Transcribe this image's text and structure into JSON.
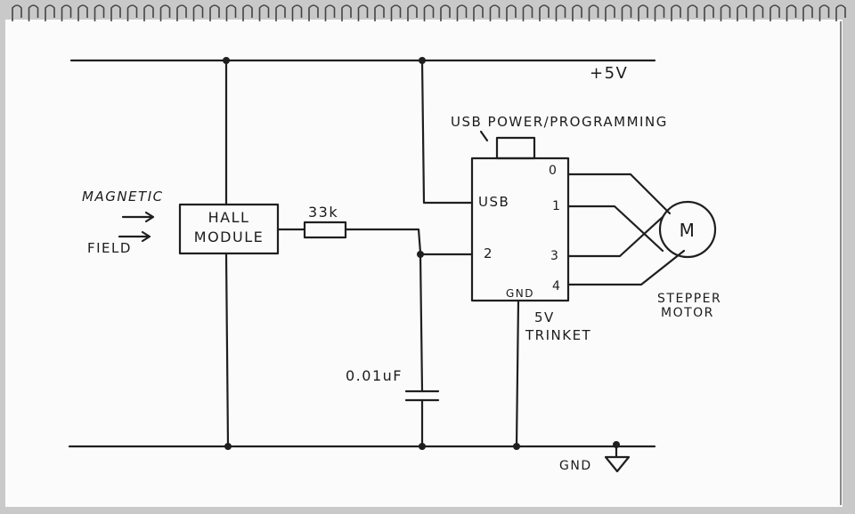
{
  "diagram": {
    "labels": {
      "supply": "+5V",
      "usb_note": "USB POWER/PROGRAMMING",
      "magnetic": "MAGNETIC",
      "field": "FIELD",
      "hall_line1": "HALL",
      "hall_line2": "MODULE",
      "resistor": "33k",
      "pin_usb": "USB",
      "pin_2": "2",
      "pin_gnd": "GND",
      "pin_0": "0",
      "pin_1": "1",
      "pin_3": "3",
      "pin_4": "4",
      "trinket_line1": "5V",
      "trinket_line2": "TRINKET",
      "motor_symbol": "M",
      "motor_line1": "STEPPER",
      "motor_line2": "MOTOR",
      "capacitor": "0.01uF",
      "ground": "GND"
    }
  }
}
